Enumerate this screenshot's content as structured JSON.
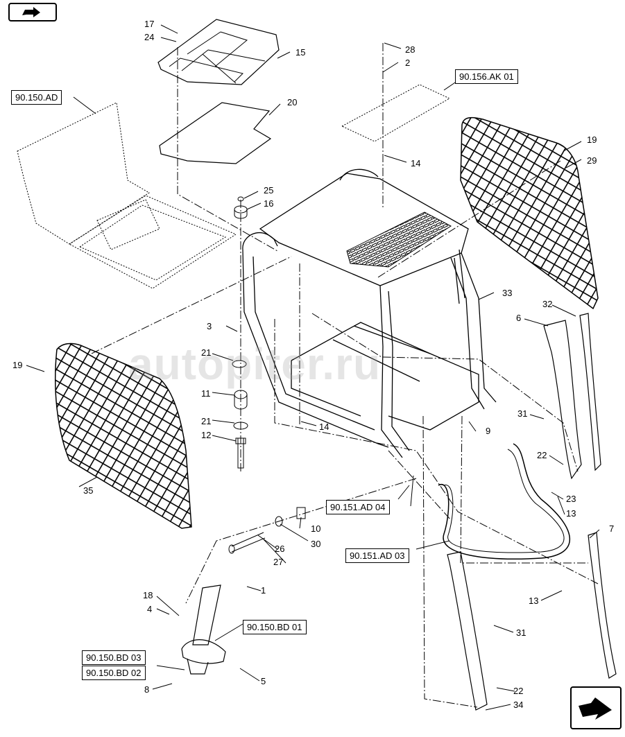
{
  "watermark": "autopiter.ru",
  "refs": {
    "r1": "90.150.AD",
    "r2": "90.156.AK 01",
    "r3": "90.151.AD 04",
    "r4": "90.151.AD 03",
    "r5": "90.150.BD 01",
    "r6": "90.150.BD 03",
    "r7": "90.150.BD 02"
  },
  "parts": {
    "p1": "17",
    "p2": "24",
    "p3": "15",
    "p4": "20",
    "p5": "28",
    "p6": "2",
    "p7": "14",
    "p8": "19",
    "p9": "29",
    "p10": "25",
    "p11": "16",
    "p12": "3",
    "p13": "21",
    "p14": "11",
    "p15": "21",
    "p16": "12",
    "p17": "19",
    "p18": "35",
    "p19": "14",
    "p20": "33",
    "p21": "32",
    "p22": "6",
    "p23": "31",
    "p24": "9",
    "p25": "22",
    "p26": "23",
    "p27": "13",
    "p28": "10",
    "p29": "30",
    "p30": "26",
    "p31": "27",
    "p32": "7",
    "p33": "13",
    "p34": "1",
    "p35": "18",
    "p36": "4",
    "p37": "31",
    "p38": "22",
    "p39": "34",
    "p40": "8",
    "p41": "5"
  }
}
